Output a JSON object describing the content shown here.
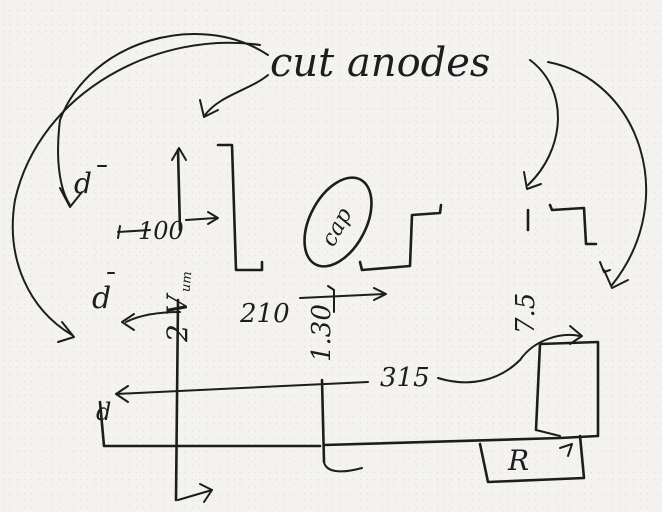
{
  "diagram": {
    "header_note": "cut anodes",
    "labels": {
      "dim_100": "100",
      "dim_210": "210",
      "dim_315": "315",
      "cap": "cap",
      "r": "R",
      "v_left": "2 V",
      "v_mid": "1.30",
      "v_right": "7.5",
      "subscript_um": "um",
      "tag_d_top": "d",
      "tag_d_mid": "d",
      "tag_d_low": "d"
    },
    "ink_color": "#1d1d1f"
  }
}
